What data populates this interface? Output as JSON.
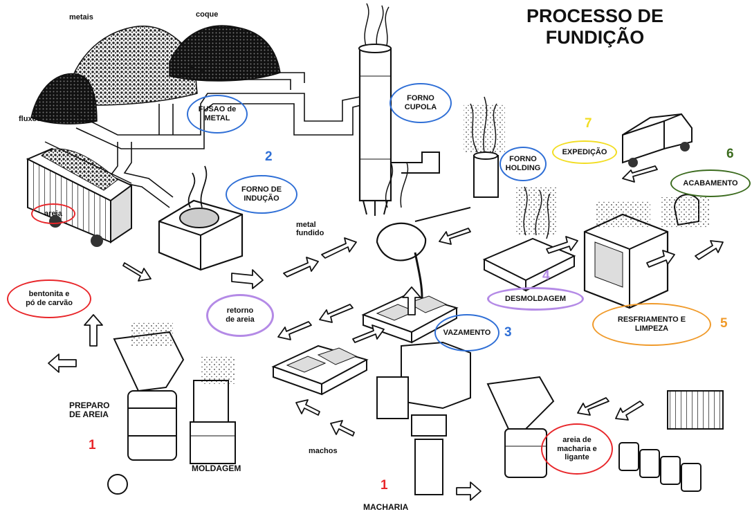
{
  "title": "PROCESSO DE\nFUNDIÇÃO",
  "colors": {
    "red": "#e8262a",
    "blue": "#2f6fd6",
    "purple": "#b48ae6",
    "yellow": "#f2dd22",
    "green": "#3b6b1e",
    "orange": "#f09a2a"
  },
  "labels": {
    "metais": "metais",
    "coque": "coque",
    "fluxos": "fluxos",
    "metal_fundido": "metal\nfundido",
    "machos": "machos",
    "preparo_areia": "PREPARO\nDE AREIA",
    "moldagem": "MOLDAGEM",
    "macharia": "MACHARIA"
  },
  "ovals": {
    "fusao_metal": "FUSAO de\nMETAL",
    "forno_cupola": "FORNO\nCUPOLA",
    "forno_inducao": "FORNO DE\nINDUÇÃO",
    "forno_holding": "FORNO\nHOLDING",
    "areia": "areia",
    "bentonita": "bentonita e\npó de carvão",
    "retorno_areia": "retorno\nde areia",
    "vazamento": "VAZAMENTO",
    "desmoldagem": "DESMOLDAGEM",
    "resfriamento": "RESFRIAMENTO E\nLIMPEZA",
    "expedicao": "EXPEDIÇÃO",
    "acabamento": "ACABAMENTO",
    "areia_macharia": "areia de\nmacharia e\nligante"
  },
  "steps": {
    "preparo": "1",
    "macharia": "1",
    "fusao": "2",
    "vazamento": "3",
    "desmoldagem": "4",
    "resfriamento": "5",
    "acabamento": "6",
    "expedicao": "7"
  }
}
